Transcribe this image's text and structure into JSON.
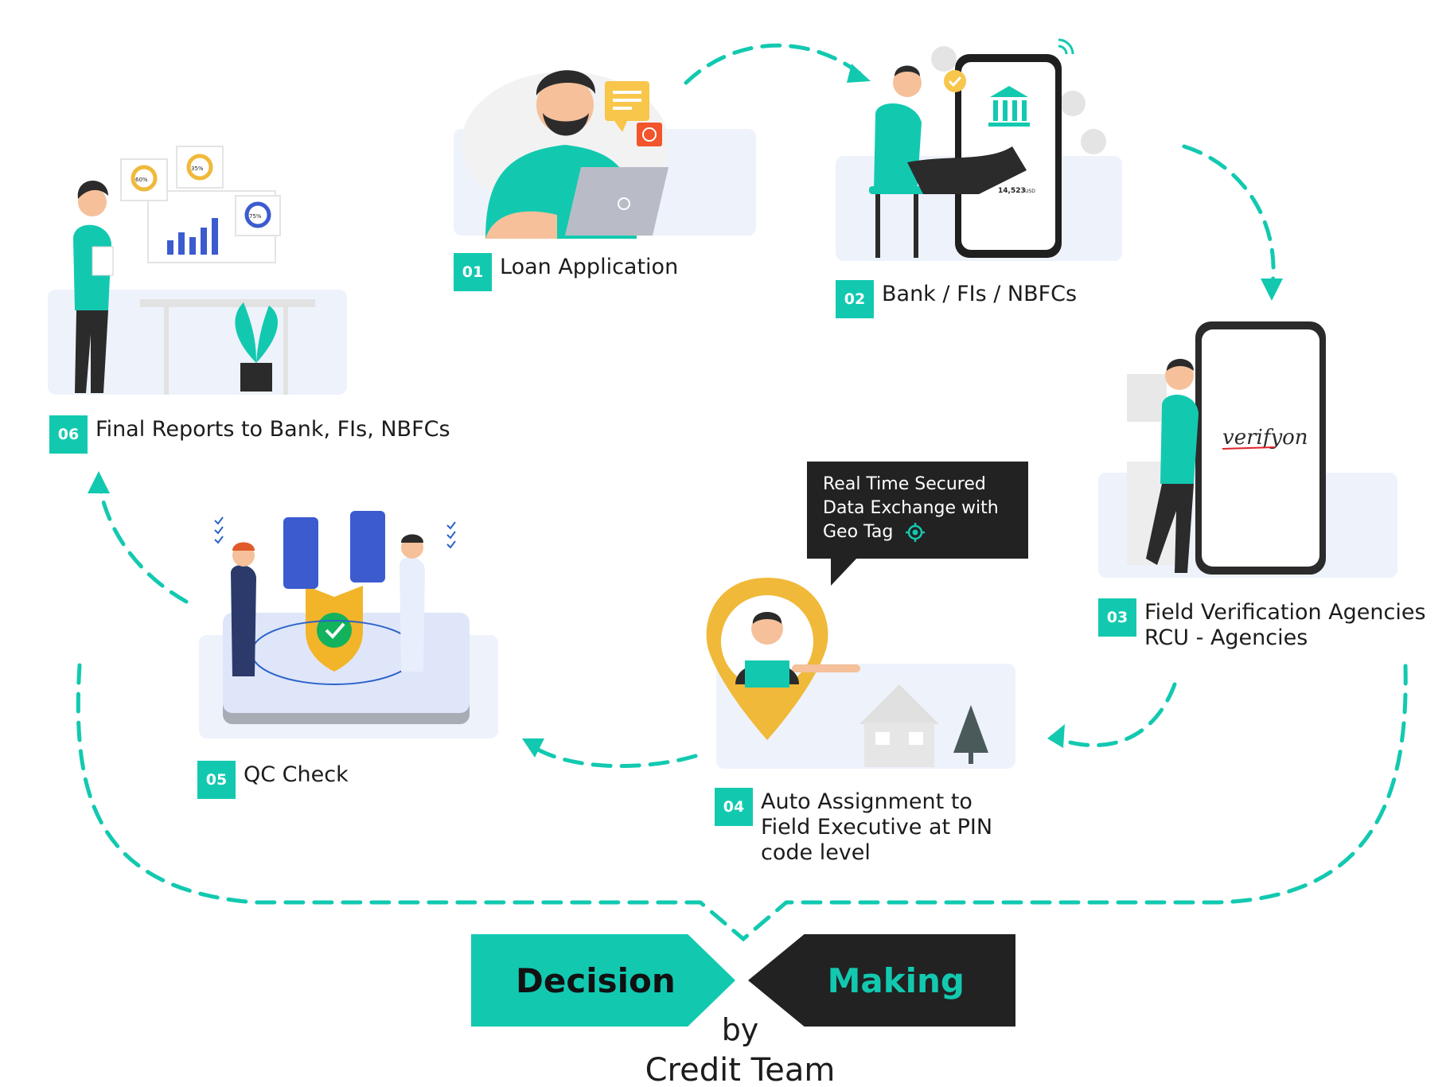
{
  "colors": {
    "accent": "#12c9b0",
    "dark": "#222222",
    "panel": "#eef2fb",
    "text": "#1c1c1c"
  },
  "steps": [
    {
      "number": "01",
      "label_lines": [
        "Loan Application"
      ]
    },
    {
      "number": "02",
      "label_lines": [
        "Bank / FIs / NBFCs"
      ]
    },
    {
      "number": "03",
      "label_lines": [
        "Field Verification Agencies",
        "RCU - Agencies"
      ]
    },
    {
      "number": "04",
      "label_lines": [
        "Auto Assignment to",
        "Field Executive at PIN",
        "code level"
      ]
    },
    {
      "number": "05",
      "label_lines": [
        "QC Check"
      ]
    },
    {
      "number": "06",
      "label_lines": [
        "Final Reports to Bank, FIs, NBFCs"
      ]
    }
  ],
  "callout": {
    "lines": [
      "Real Time Secured",
      "Data Exchange with",
      "Geo Tag"
    ],
    "icon": "geo-target-icon"
  },
  "decision": {
    "left_label": "Decision",
    "right_label": "Making",
    "by": "by",
    "team": "Credit Team"
  },
  "scene_text": {
    "phone_amount": "14,523",
    "phone_currency": "USD",
    "brand": "verifyon",
    "chart_percents": [
      "60%",
      "35%",
      "75%"
    ]
  },
  "icons": [
    "bank-icon",
    "checkmark-icon",
    "wifi-icon",
    "dollar-coin-icon",
    "shield-check-icon",
    "location-pin-icon",
    "chat-bubble-icon",
    "pine-tree-icon"
  ]
}
